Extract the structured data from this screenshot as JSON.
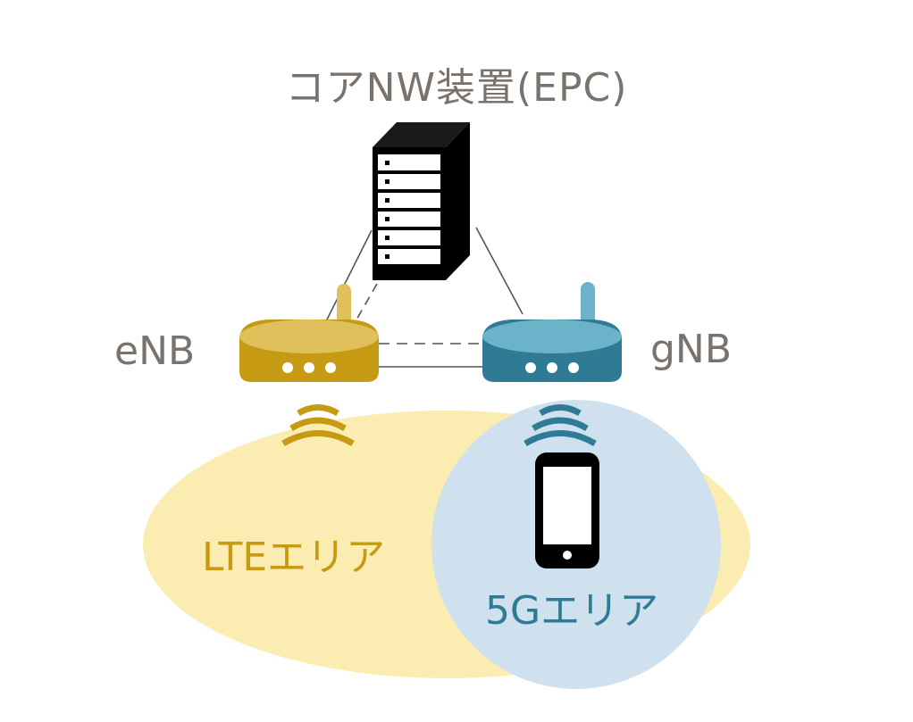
{
  "title": "コアNW装置(EPC)",
  "enb": {
    "label": "eNB"
  },
  "gnb": {
    "label": "gNB"
  },
  "areas": {
    "lte": "LTEエリア",
    "fiveg": "5Gエリア"
  },
  "colors": {
    "text_gray": "#7a726c",
    "lte_gold": "#c69a12",
    "lte_light": "#dfc05a",
    "lte_area": "#fbedb1",
    "fiveg_blue": "#2f7b96",
    "fiveg_light": "#6cb2c8",
    "fiveg_area": "#cfe0ee"
  }
}
